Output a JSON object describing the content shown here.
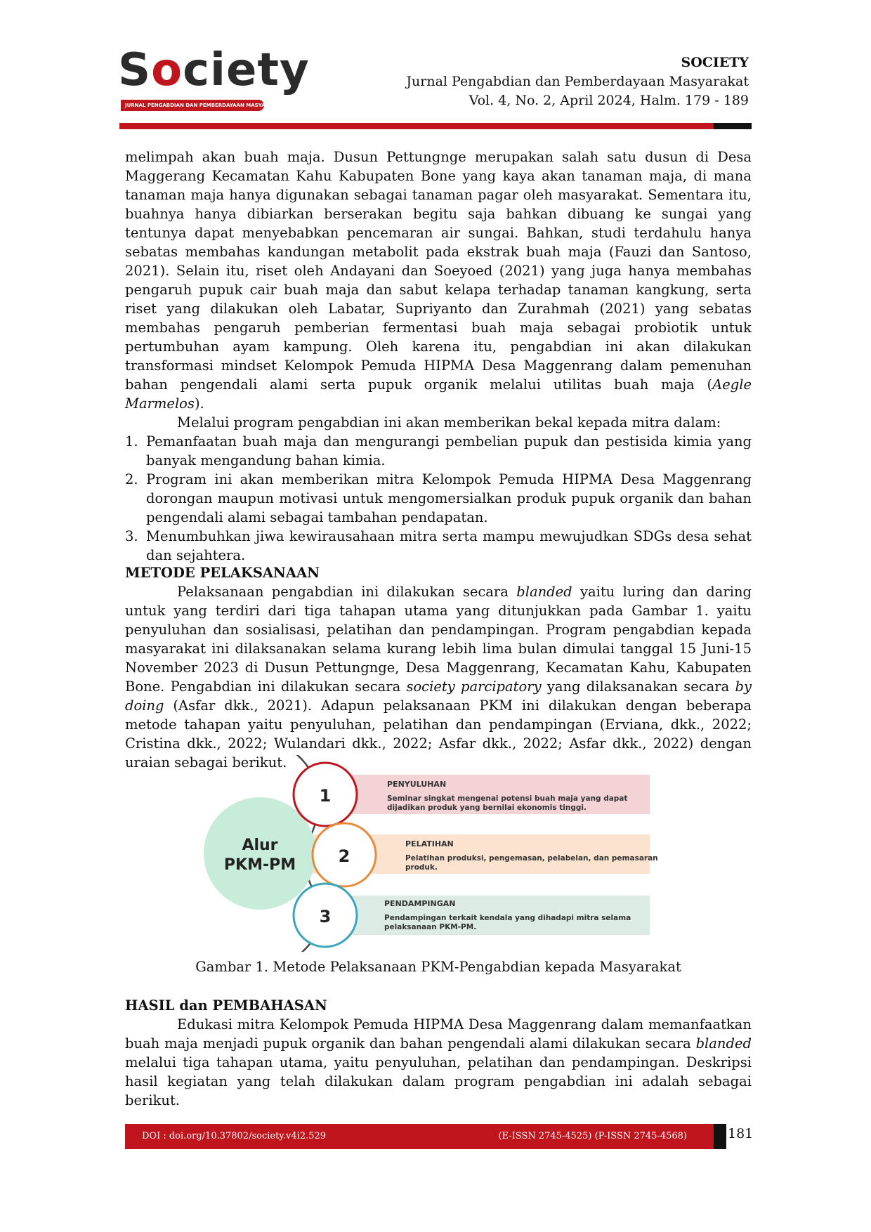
{
  "header": {
    "logo_word_s": "S",
    "logo_word_o": "o",
    "logo_word_rest": "ciety",
    "logo_tagline": "JURNAL PENGABDIAN DAN PEMBERDAYAAN MASYARAKAT",
    "journal_title": "SOCIETY",
    "journal_subtitle": "Jurnal Pengabdian dan Pemberdayaan Masyarakat",
    "volume": "Vol. 4, No. 2, April 2024, Halm. 179 - 189"
  },
  "intro": {
    "p1a": "melimpah akan buah maja. Dusun Pettungnge merupakan salah satu dusun di Desa Maggerang Kecamatan Kahu Kabupaten Bone yang kaya akan tanaman maja, di mana tanaman maja hanya digunakan sebagai tanaman pagar oleh masyarakat. Sementara itu, buahnya hanya dibiarkan berserakan begitu saja bahkan dibuang ke sungai yang tentunya dapat menyebabkan pencemaran air sungai. Bahkan, studi terdahulu hanya sebatas membahas kandungan metabolit pada ekstrak buah maja (Fauzi dan Santoso, 2021). Selain itu, riset oleh Andayani dan Soeyoed (2021) yang juga hanya membahas pengaruh pupuk cair buah maja dan sabut kelapa terhadap tanaman kangkung, serta riset yang dilakukan oleh Labatar, Supriyanto dan Zurahmah (2021) yang sebatas membahas pengaruh pemberian fermentasi buah maja sebagai probiotik untuk pertumbuhan ayam kampung. Oleh karena itu, pengabdian ini akan dilakukan transformasi mindset Kelompok Pemuda HIPMA Desa Maggenrang dalam pemenuhan bahan pengendali alami serta pupuk organik melalui utilitas buah maja (",
    "p1_italic": "Aegle Marmelos",
    "p1b": ").",
    "p2": "Melalui program pengabdian ini akan memberikan bekal kepada mitra dalam:",
    "items": [
      {
        "num": "1.",
        "text": "Pemanfaatan buah maja dan mengurangi pembelian pupuk dan pestisida kimia yang banyak mengandung bahan kimia."
      },
      {
        "num": "2.",
        "text": "Program ini akan memberikan mitra Kelompok Pemuda HIPMA Desa Maggenrang dorongan maupun motivasi untuk mengomersialkan produk pupuk organik dan bahan pengendali alami sebagai tambahan pendapatan."
      },
      {
        "num": "3.",
        "text": "Menumbuhkan jiwa kewirausahaan mitra serta mampu mewujudkan SDGs desa sehat dan sejahtera."
      }
    ]
  },
  "metode": {
    "heading": "METODE PELAKSANAAN",
    "a": "Pelaksanaan pengabdian ini dilakukan secara ",
    "a_it": "blanded",
    "b": " yaitu luring dan daring untuk yang terdiri dari tiga tahapan utama yang ditunjukkan pada Gambar 1. yaitu penyuluhan dan sosialisasi, pelatihan dan pendampingan. Program pengabdian kepada masyarakat ini dilaksanakan selama kurang lebih lima bulan dimulai tanggal 15 Juni-15 November 2023 di Dusun Pettungnge, Desa Maggenrang, Kecamatan Kahu, Kabupaten Bone. Pengabdian ini dilakukan secara ",
    "b_it": "society parcipatory",
    "c": " yang dilaksanakan secara ",
    "c_it": "by doing",
    "d": " (Asfar dkk., 2021). Adapun pelaksanaan PKM ini dilakukan dengan beberapa metode tahapan yaitu penyuluhan, pelatihan dan pendampingan (Erviana, dkk., 2022; Cristina dkk., 2022; Wulandari dkk., 2022; Asfar dkk., 2022; Asfar dkk., 2022) dengan uraian sebagai berikut."
  },
  "figure": {
    "center_line1": "Alur",
    "center_line2": "PKM-PM",
    "steps": [
      {
        "num": "1",
        "title": "PENYULUHAN",
        "desc1": "Seminar singkat mengenai potensi buah maja yang dapat",
        "desc2": "dijadikan produk yang bernilai ekonomis tinggi.",
        "color": "#f3d3d6",
        "ring": "#c0151c"
      },
      {
        "num": "2",
        "title": "PELATIHAN",
        "desc1": "Pelatihan produksi, pengemasan, pelabelan, dan pemasaran",
        "desc2": "produk.",
        "color": "#fbe3cf",
        "ring": "#e88a3c"
      },
      {
        "num": "3",
        "title": "PENDAMPINGAN",
        "desc1": "Pendampingan terkait kendala yang dihadapi mitra selama",
        "desc2": "pelaksanaan PKM-PM.",
        "color": "#dcebe4",
        "ring": "#3aa6b9"
      }
    ],
    "center_color": "#c7ecd9",
    "caption": "Gambar 1. Metode Pelaksanaan PKM-Pengabdian kepada Masyarakat"
  },
  "hasil": {
    "heading": "HASIL dan PEMBAHASAN",
    "a": "Edukasi mitra Kelompok Pemuda HIPMA Desa Maggenrang dalam memanfaatkan buah maja menjadi pupuk organik dan bahan pengendali alami dilakukan secara ",
    "a_it": "blanded",
    "b": " melalui tiga tahapan utama, yaitu penyuluhan, pelatihan dan pendampingan. Deskripsi hasil kegiatan yang telah dilakukan dalam program pengabdian ini adalah sebagai berikut."
  },
  "footer": {
    "doi": "DOI : doi.org/10.37802/society.v4i2.529",
    "issn": "(E-ISSN 2745-4525) (P-ISSN 2745-4568)",
    "page": "181"
  }
}
